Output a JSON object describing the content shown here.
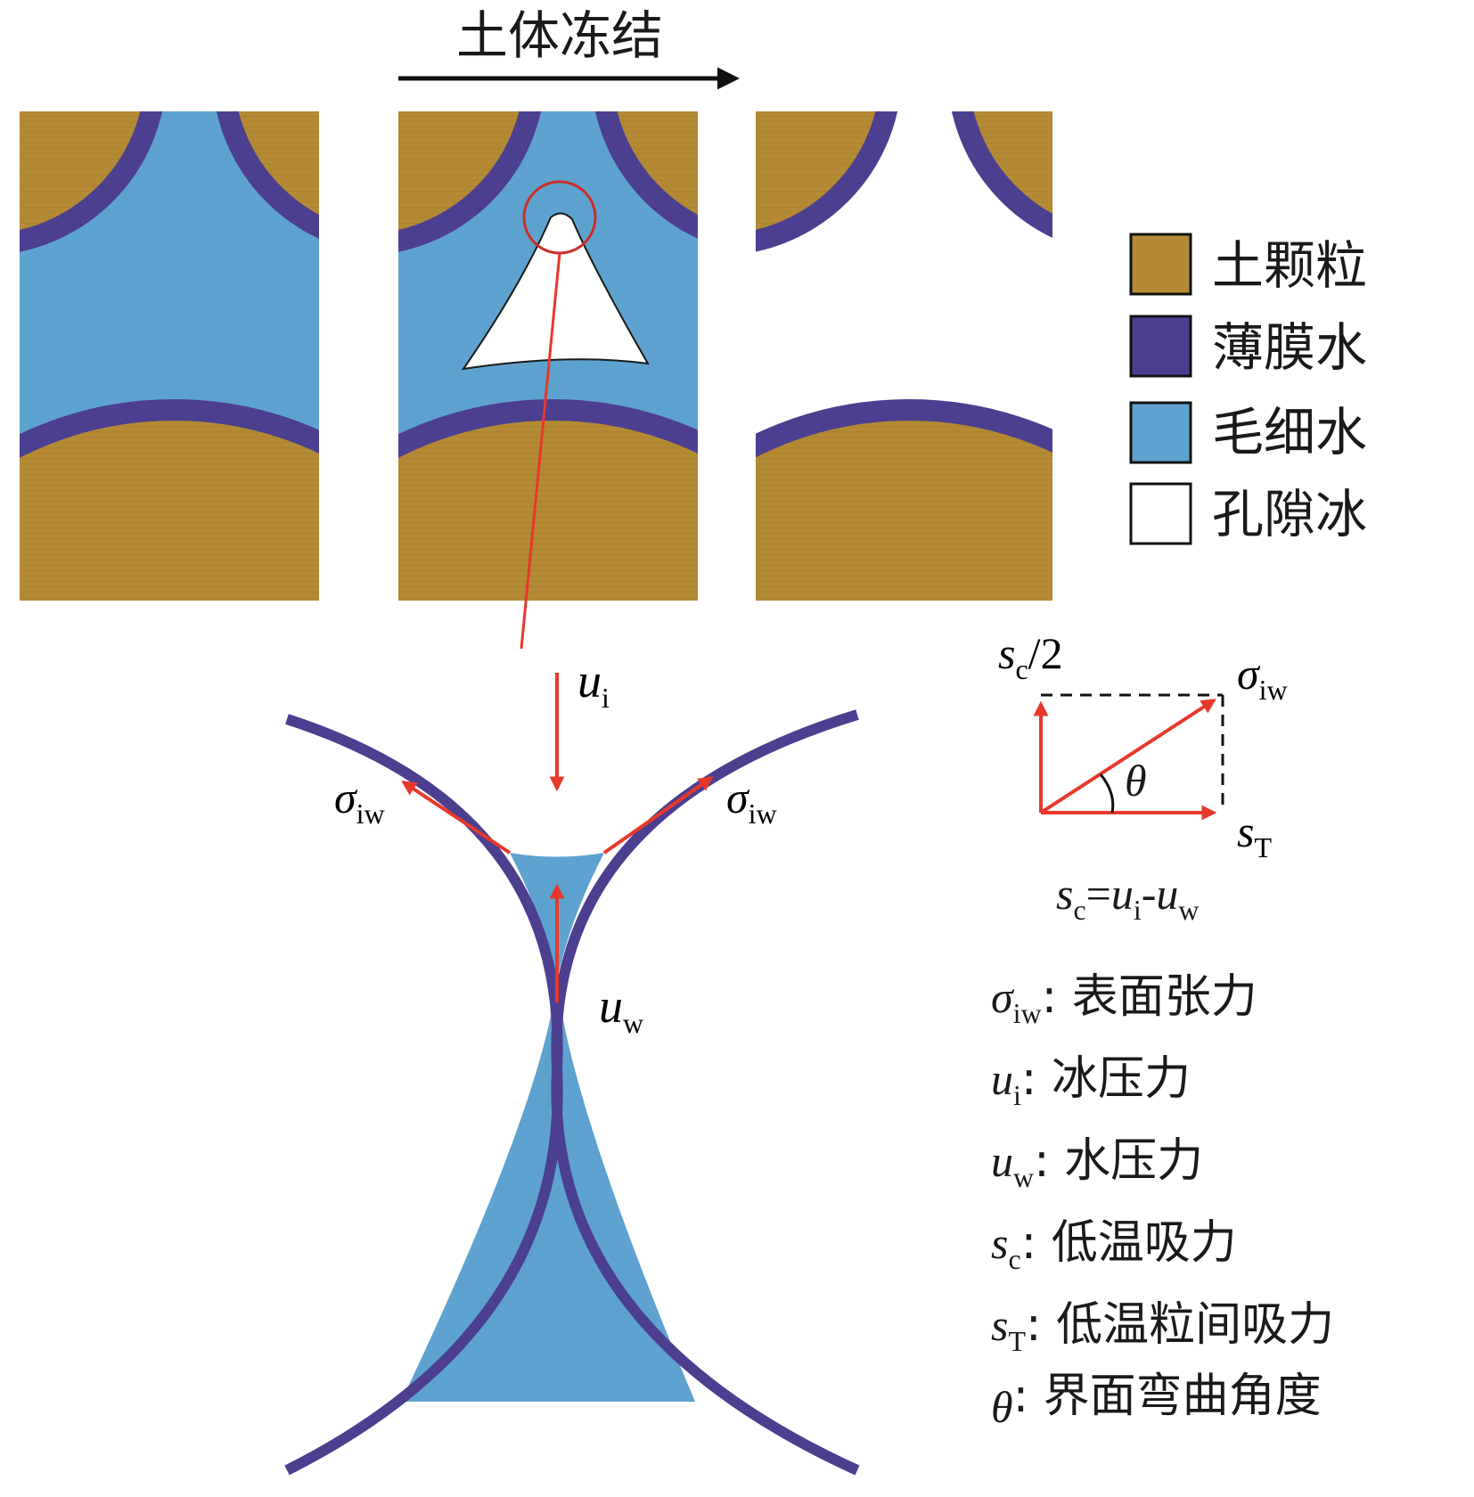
{
  "colors": {
    "soil": "#B48A35",
    "film_water": "#4C3F90",
    "capillary_water": "#5EA2CF",
    "pore_ice": "#FFFFFF",
    "arrow": "#E8382C",
    "text": "#1A1A1A"
  },
  "process": {
    "title": "土体冻结"
  },
  "legend": {
    "items": [
      {
        "label": "土颗粒",
        "color": "#B48A35"
      },
      {
        "label": "薄膜水",
        "color": "#4C3F90"
      },
      {
        "label": "毛细水",
        "color": "#5EA2CF"
      },
      {
        "label": "孔隙冰",
        "color": "#FFFFFF"
      }
    ]
  },
  "force_labels": {
    "ui": {
      "sym": "u",
      "sub": "i"
    },
    "uw": {
      "sym": "u",
      "sub": "w"
    },
    "sigma_left": {
      "sym": "σ",
      "sub": "iw"
    },
    "sigma_right": {
      "sym": "σ",
      "sub": "iw"
    },
    "sc_half": {
      "sym": "s",
      "sub": "c",
      "tail": "/2"
    },
    "sigma_vec": {
      "sym": "σ",
      "sub": "iw"
    },
    "theta": "θ",
    "sT": {
      "sym": "s",
      "sub": "T"
    }
  },
  "equation": {
    "sc": "s",
    "sc_sub": "c",
    "eq": "=",
    "ui": "u",
    "ui_sub": "i",
    "minus": "-",
    "uw": "u",
    "uw_sub": "w"
  },
  "definitions": [
    {
      "sym": "σ",
      "sub": "iw",
      "text": ": 表面张力"
    },
    {
      "sym": "u",
      "sub": "i",
      "text": ": 冰压力"
    },
    {
      "sym": "u",
      "sub": "w",
      "text": ": 水压力"
    },
    {
      "sym": "s",
      "sub": "c",
      "text": ": 低温吸力"
    },
    {
      "sym": "s",
      "sub": "T",
      "text": ": 低温粒间吸力"
    },
    {
      "sym": "θ",
      "sub": "",
      "text": ": 界面弯曲角度"
    }
  ]
}
